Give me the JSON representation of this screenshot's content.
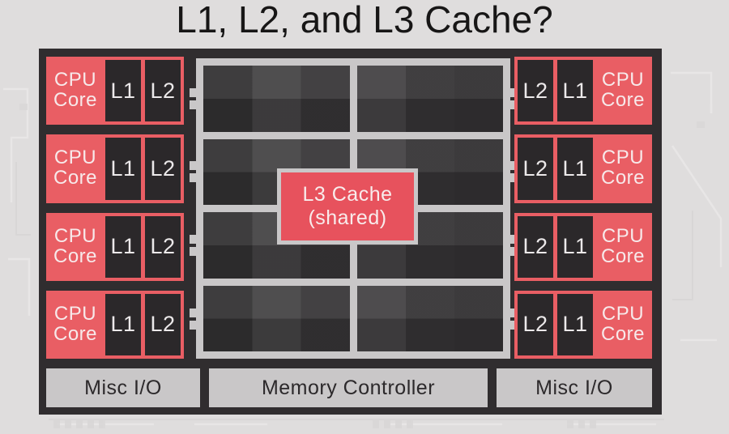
{
  "title": "L1, L2, and L3 Cache?",
  "chip": {
    "left_modules": [
      {
        "core": "CPU Core",
        "l1": "L1",
        "l2": "L2"
      },
      {
        "core": "CPU Core",
        "l1": "L1",
        "l2": "L2"
      },
      {
        "core": "CPU Core",
        "l1": "L1",
        "l2": "L2"
      },
      {
        "core": "CPU Core",
        "l1": "L1",
        "l2": "L2"
      }
    ],
    "right_modules": [
      {
        "l2": "L2",
        "l1": "L1",
        "core": "CPU Core"
      },
      {
        "l2": "L2",
        "l1": "L1",
        "core": "CPU Core"
      },
      {
        "l2": "L2",
        "l1": "L1",
        "core": "CPU Core"
      },
      {
        "l2": "L2",
        "l1": "L1",
        "core": "CPU Core"
      }
    ],
    "l3_cache": {
      "line1": "L3 Cache",
      "line2": "(shared)"
    },
    "bottom_blocks": {
      "misc_io_left": "Misc I/O",
      "memory_controller": "Memory Controller",
      "misc_io_right": "Misc I/O"
    }
  },
  "accent_colors": {
    "core_red": "#e95e64",
    "l3_red": "#e7525d",
    "chip_dark": "#302d2f",
    "frame_gray": "#c9c7c8",
    "background": "#dfdddd"
  }
}
